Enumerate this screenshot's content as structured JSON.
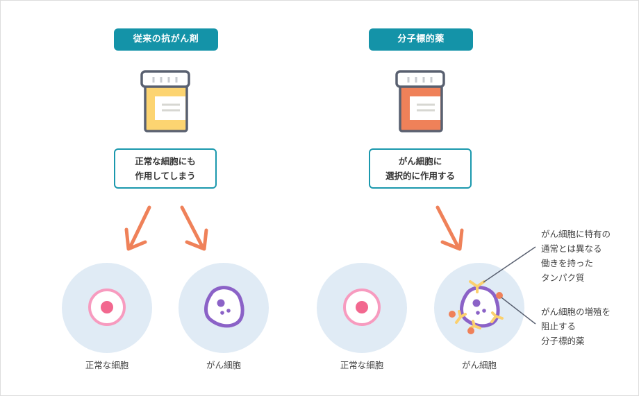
{
  "left_panel": {
    "title": "従来の抗がん剤",
    "description": [
      "正常な細胞にも",
      "作用してしまう"
    ],
    "cells": [
      {
        "label": "正常な細胞"
      },
      {
        "label": "がん細胞"
      }
    ]
  },
  "right_panel": {
    "title": "分子標的薬",
    "description": [
      "がん細胞に",
      "選択的に作用する"
    ],
    "cells": [
      {
        "label": "正常な細胞"
      },
      {
        "label": "がん細胞"
      }
    ]
  },
  "annotations": [
    {
      "lines": [
        "がん細胞に特有の",
        "通常とは異なる",
        "働きを持った",
        "タンパク質"
      ]
    },
    {
      "lines": [
        "がん細胞の増殖を",
        "阻止する",
        "分子標的薬"
      ]
    }
  ],
  "colors": {
    "pill": "#1493a8",
    "border": "#1a98ad",
    "arrow": "#ef8159",
    "jar_left": "#fcd471",
    "jar_right": "#ef8159",
    "cell_bg": "#e0ebf5",
    "normal_ring": "#f79bbf",
    "cancer": "#8b62c7",
    "receptor": "#fbd06e",
    "drug": "#ef8159"
  },
  "icons": [
    "medicine-jar-icon",
    "normal-cell-icon",
    "cancer-cell-icon",
    "receptor-icon",
    "drug-molecule-icon",
    "arrow-icon"
  ]
}
